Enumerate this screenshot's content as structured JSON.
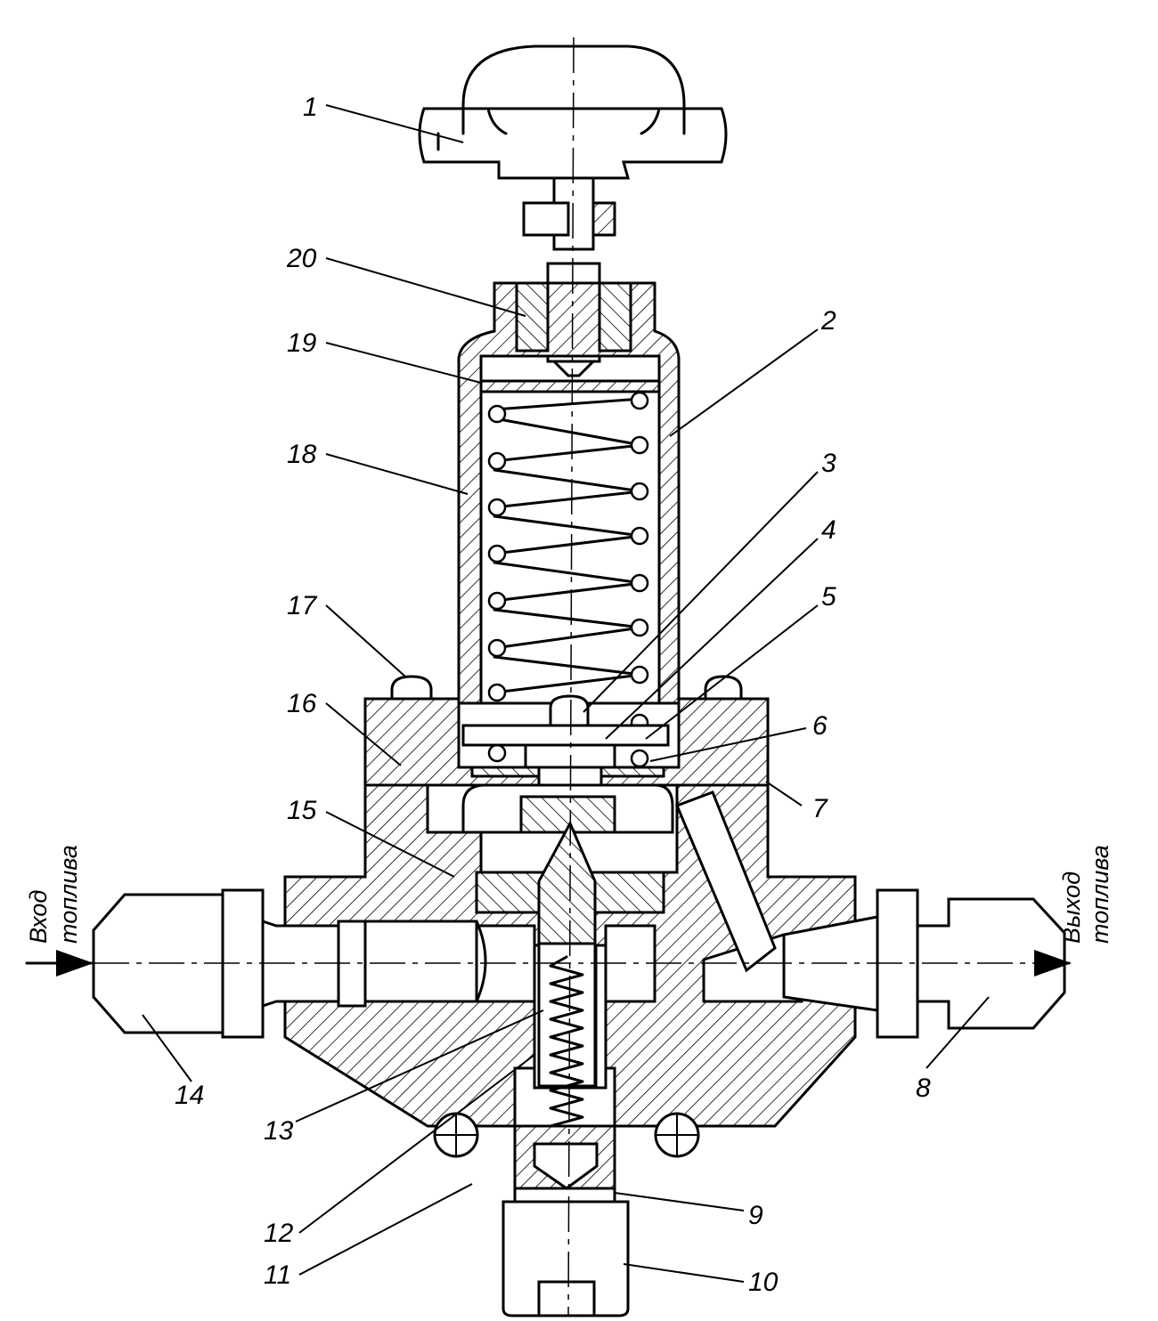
{
  "callouts": [
    {
      "id": "1",
      "text": "1"
    },
    {
      "id": "2",
      "text": "2"
    },
    {
      "id": "3",
      "text": "3"
    },
    {
      "id": "4",
      "text": "4"
    },
    {
      "id": "5",
      "text": "5"
    },
    {
      "id": "6",
      "text": "6"
    },
    {
      "id": "7",
      "text": "7"
    },
    {
      "id": "8",
      "text": "8"
    },
    {
      "id": "9",
      "text": "9"
    },
    {
      "id": "10",
      "text": "10"
    },
    {
      "id": "11",
      "text": "11"
    },
    {
      "id": "12",
      "text": "12"
    },
    {
      "id": "13",
      "text": "13"
    },
    {
      "id": "14",
      "text": "14"
    },
    {
      "id": "15",
      "text": "15"
    },
    {
      "id": "16",
      "text": "16"
    },
    {
      "id": "17",
      "text": "17"
    },
    {
      "id": "18",
      "text": "18"
    },
    {
      "id": "19",
      "text": "19"
    },
    {
      "id": "20",
      "text": "20"
    }
  ],
  "inlet": {
    "line1": "Вход",
    "line2": "топлива"
  },
  "outlet": {
    "line1": "Выход",
    "line2": "топлива"
  }
}
